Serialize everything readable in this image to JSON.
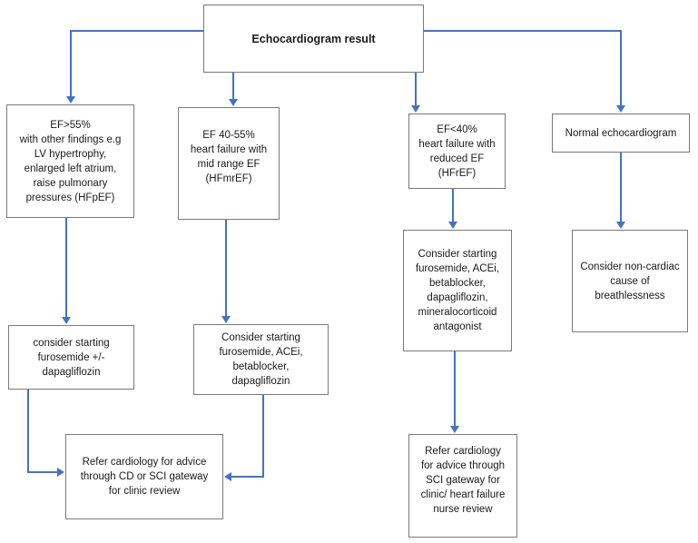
{
  "colors": {
    "connector": "#4472c4",
    "box_border": "#7a7a7a",
    "text": "#1a1a1a",
    "background": "#ffffff"
  },
  "nodes": {
    "root": {
      "text": "Echocardiogram result"
    },
    "hfpef": {
      "text": "EF>55%\nwith other findings e.g\nLV hypertrophy,\nenlarged left atrium,\nraise pulmonary\npressures (HFpEF)"
    },
    "hfmref": {
      "text": "EF 40-55%\nheart failure with\nmid range EF\n(HFmrEF)"
    },
    "hfref": {
      "text": "EF<40%\nheart failure with\nreduced EF\n(HFrEF)"
    },
    "normal": {
      "text": "Normal echocardiogram"
    },
    "consider_hfpef": {
      "text": "consider starting\nfurosemide +/-\ndapagliflozin"
    },
    "consider_hfmref": {
      "text": "Consider starting\nfurosemide, ACEi,\nbetablocker,\ndapagliflozin"
    },
    "consider_hfref": {
      "text": "Consider starting\nfurosemide, ACEi,\nbetablocker,\ndapagliflozin,\nmineralocorticoid\nantagonist"
    },
    "non_cardiac": {
      "text": "Consider non-cardiac\ncause of\nbreathlessness"
    },
    "refer_clinic": {
      "text": "Refer cardiology for advice\nthrough CD or SCI gateway\nfor clinic review"
    },
    "refer_nurse": {
      "text": "Refer cardiology\nfor advice through\nSCI gateway for\nclinic/ heart failure\nnurse review"
    }
  }
}
